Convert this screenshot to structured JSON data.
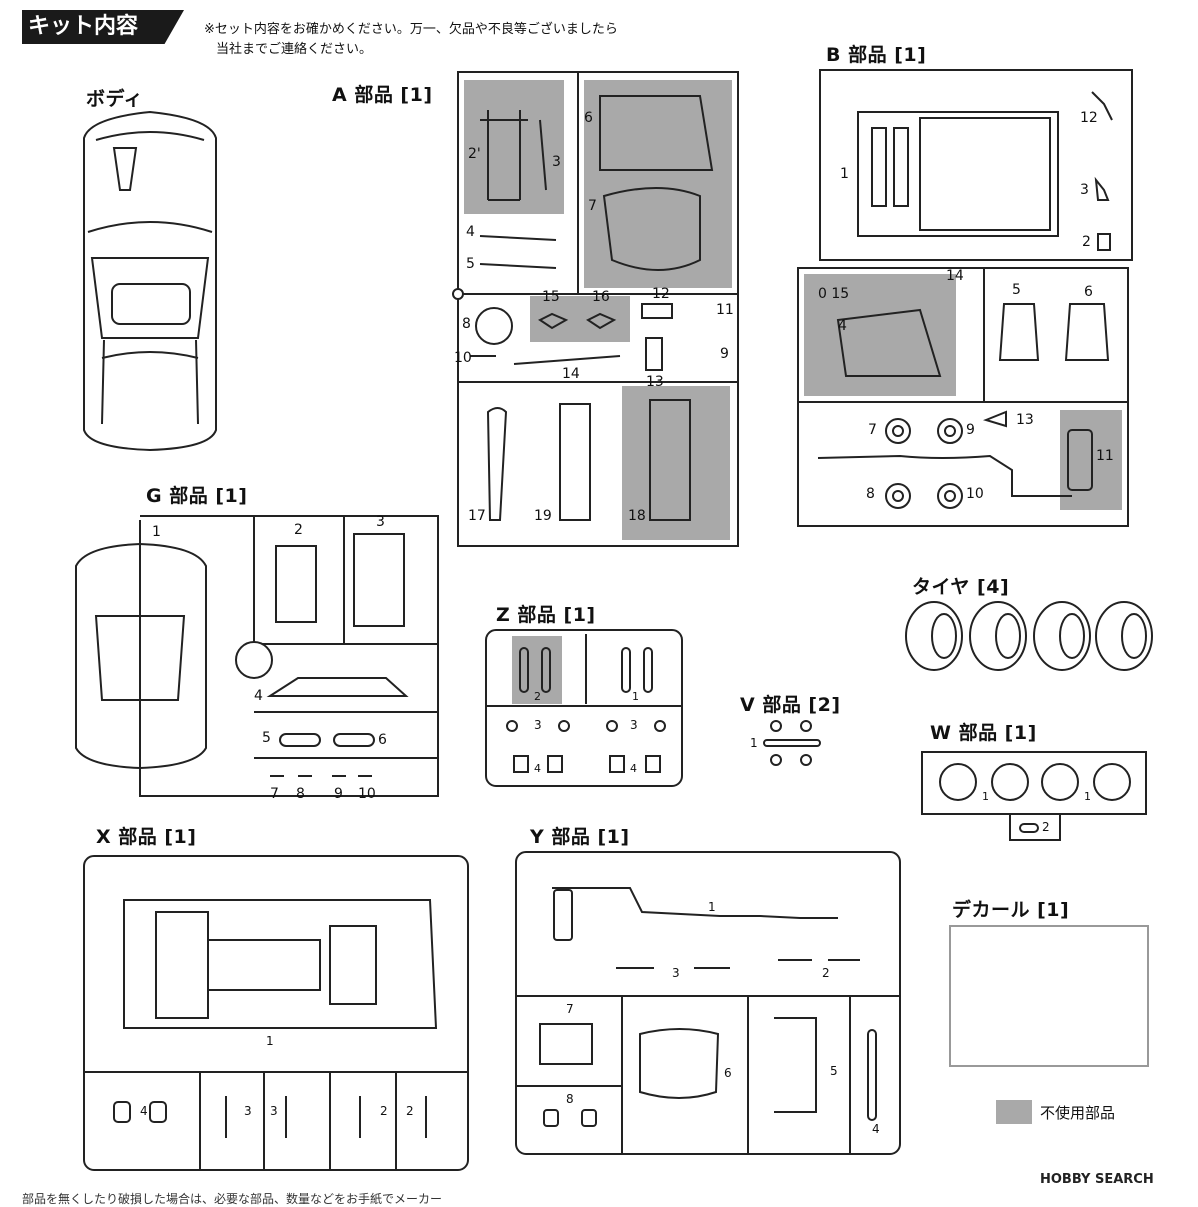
{
  "header": {
    "title": "キット内容",
    "note_line1": "※セット内容をお確かめください。万一、欠品や不良等ございましたら",
    "note_line2": "当社までご連絡ください。"
  },
  "sections": {
    "body": "ボディ",
    "a": "A 部品 [1]",
    "b": "B 部品 [1]",
    "g": "G 部品 [1]",
    "z": "Z 部品 [1]",
    "tire": "タイヤ [4]",
    "v": "V 部品 [2]",
    "w": "W 部品 [1]",
    "x": "X 部品 [1]",
    "y": "Y 部品 [1]",
    "decal": "デカール [1]"
  },
  "legend": {
    "unused": "不使用部品"
  },
  "colors": {
    "unused_fill": "#a9a9a9",
    "line": "#222222"
  },
  "labels": {
    "a": [
      "2'",
      "3",
      "6",
      "7",
      "4",
      "5",
      "15",
      "16",
      "12",
      "11",
      "8",
      "10",
      "9",
      "14",
      "13",
      "17",
      "19",
      "18"
    ],
    "b": [
      "12",
      "1",
      "3",
      "2",
      "14",
      "0 15",
      "5",
      "6",
      "4",
      "7",
      "9",
      "13",
      "11",
      "8",
      "10"
    ],
    "g": [
      "1",
      "2",
      "3",
      "4",
      "5",
      "6",
      "7",
      "8",
      "9",
      "10"
    ],
    "z": [
      "2",
      "1",
      "3",
      "3",
      "4",
      "4"
    ],
    "v": [
      "1"
    ],
    "w": [
      "1",
      "1",
      "2"
    ],
    "x": [
      "1",
      "4",
      "3",
      "3",
      "2",
      "2"
    ],
    "y": [
      "1",
      "3",
      "2",
      "7",
      "8",
      "6",
      "5",
      "4"
    ]
  },
  "footer": {
    "text": "部品を無くしたり破損した場合は、必要な部品、数量などをお手紙でメーカー"
  },
  "watermark": {
    "text": "HOBBY SEARCH"
  }
}
